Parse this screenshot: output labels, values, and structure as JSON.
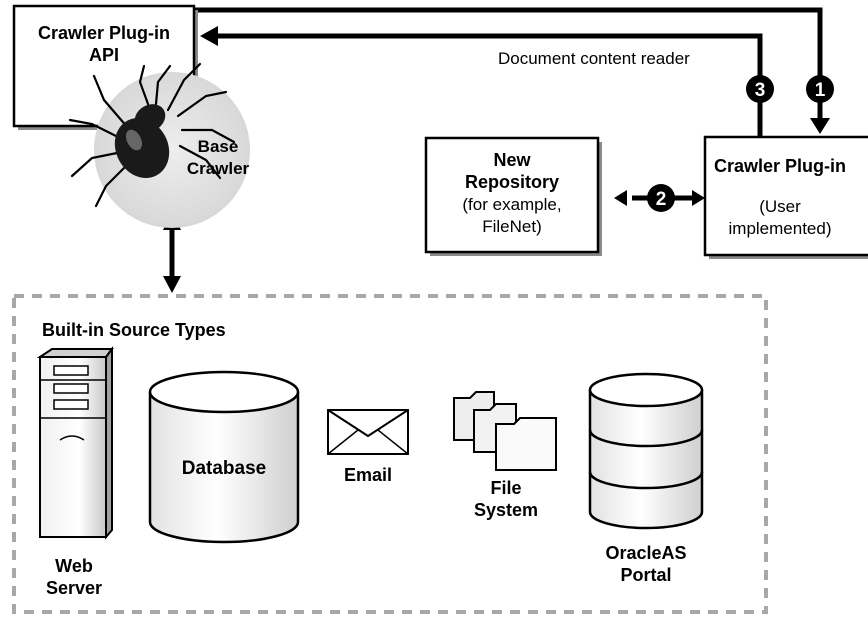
{
  "plugin_api": {
    "line1": "Crawler Plug-in",
    "line2": "API"
  },
  "base_crawler": {
    "line1": "Base",
    "line2": "Crawler"
  },
  "document_reader_label": "Document content reader",
  "steps": {
    "one": "1",
    "two": "2",
    "three": "3"
  },
  "new_repository": {
    "line1": "New",
    "line2": "Repository",
    "line3": "(for example,",
    "line4": "FileNet)"
  },
  "crawler_plugin": {
    "line1": "Crawler Plug-in",
    "line2": "(User",
    "line3": "implemented)"
  },
  "builtin": {
    "title": "Built-in Source Types",
    "web_server": {
      "line1": "Web",
      "line2": "Server"
    },
    "database": "Database",
    "email": "Email",
    "file_system": {
      "line1": "File",
      "line2": "System"
    },
    "portal": {
      "line1": "OracleAS",
      "line2": "Portal"
    }
  }
}
